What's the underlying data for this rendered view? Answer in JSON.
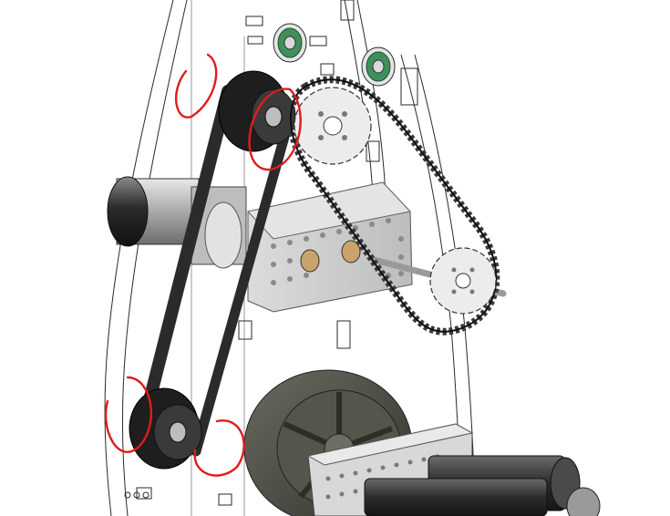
{
  "scene": {
    "background": "#ffffff",
    "colors": {
      "outline": "#2a2a2a",
      "ghost_part": "#cfcfcf",
      "belt": "#2b2b2b",
      "chain": "#3a3a3a",
      "sprocket": "#ececec",
      "pulley_dark": "#1e1e1e",
      "gearbox": "#d6d6d6",
      "motor": "#3c3c3c",
      "wheel": "#4a4a42",
      "bearing_green": "#3f8f5a",
      "markup_red": "#e11c1c"
    },
    "parts": [
      "side-plate",
      "timing-belt",
      "top-pulley",
      "bottom-pulley",
      "roller-chain",
      "large-sprocket",
      "small-sprocket",
      "gearbox-housing",
      "motor",
      "wheel",
      "bearing-top-left",
      "bearing-top-right",
      "drive-shaft",
      "lower-gearbox",
      "lower-motors"
    ],
    "markup_circle_count": 4
  }
}
